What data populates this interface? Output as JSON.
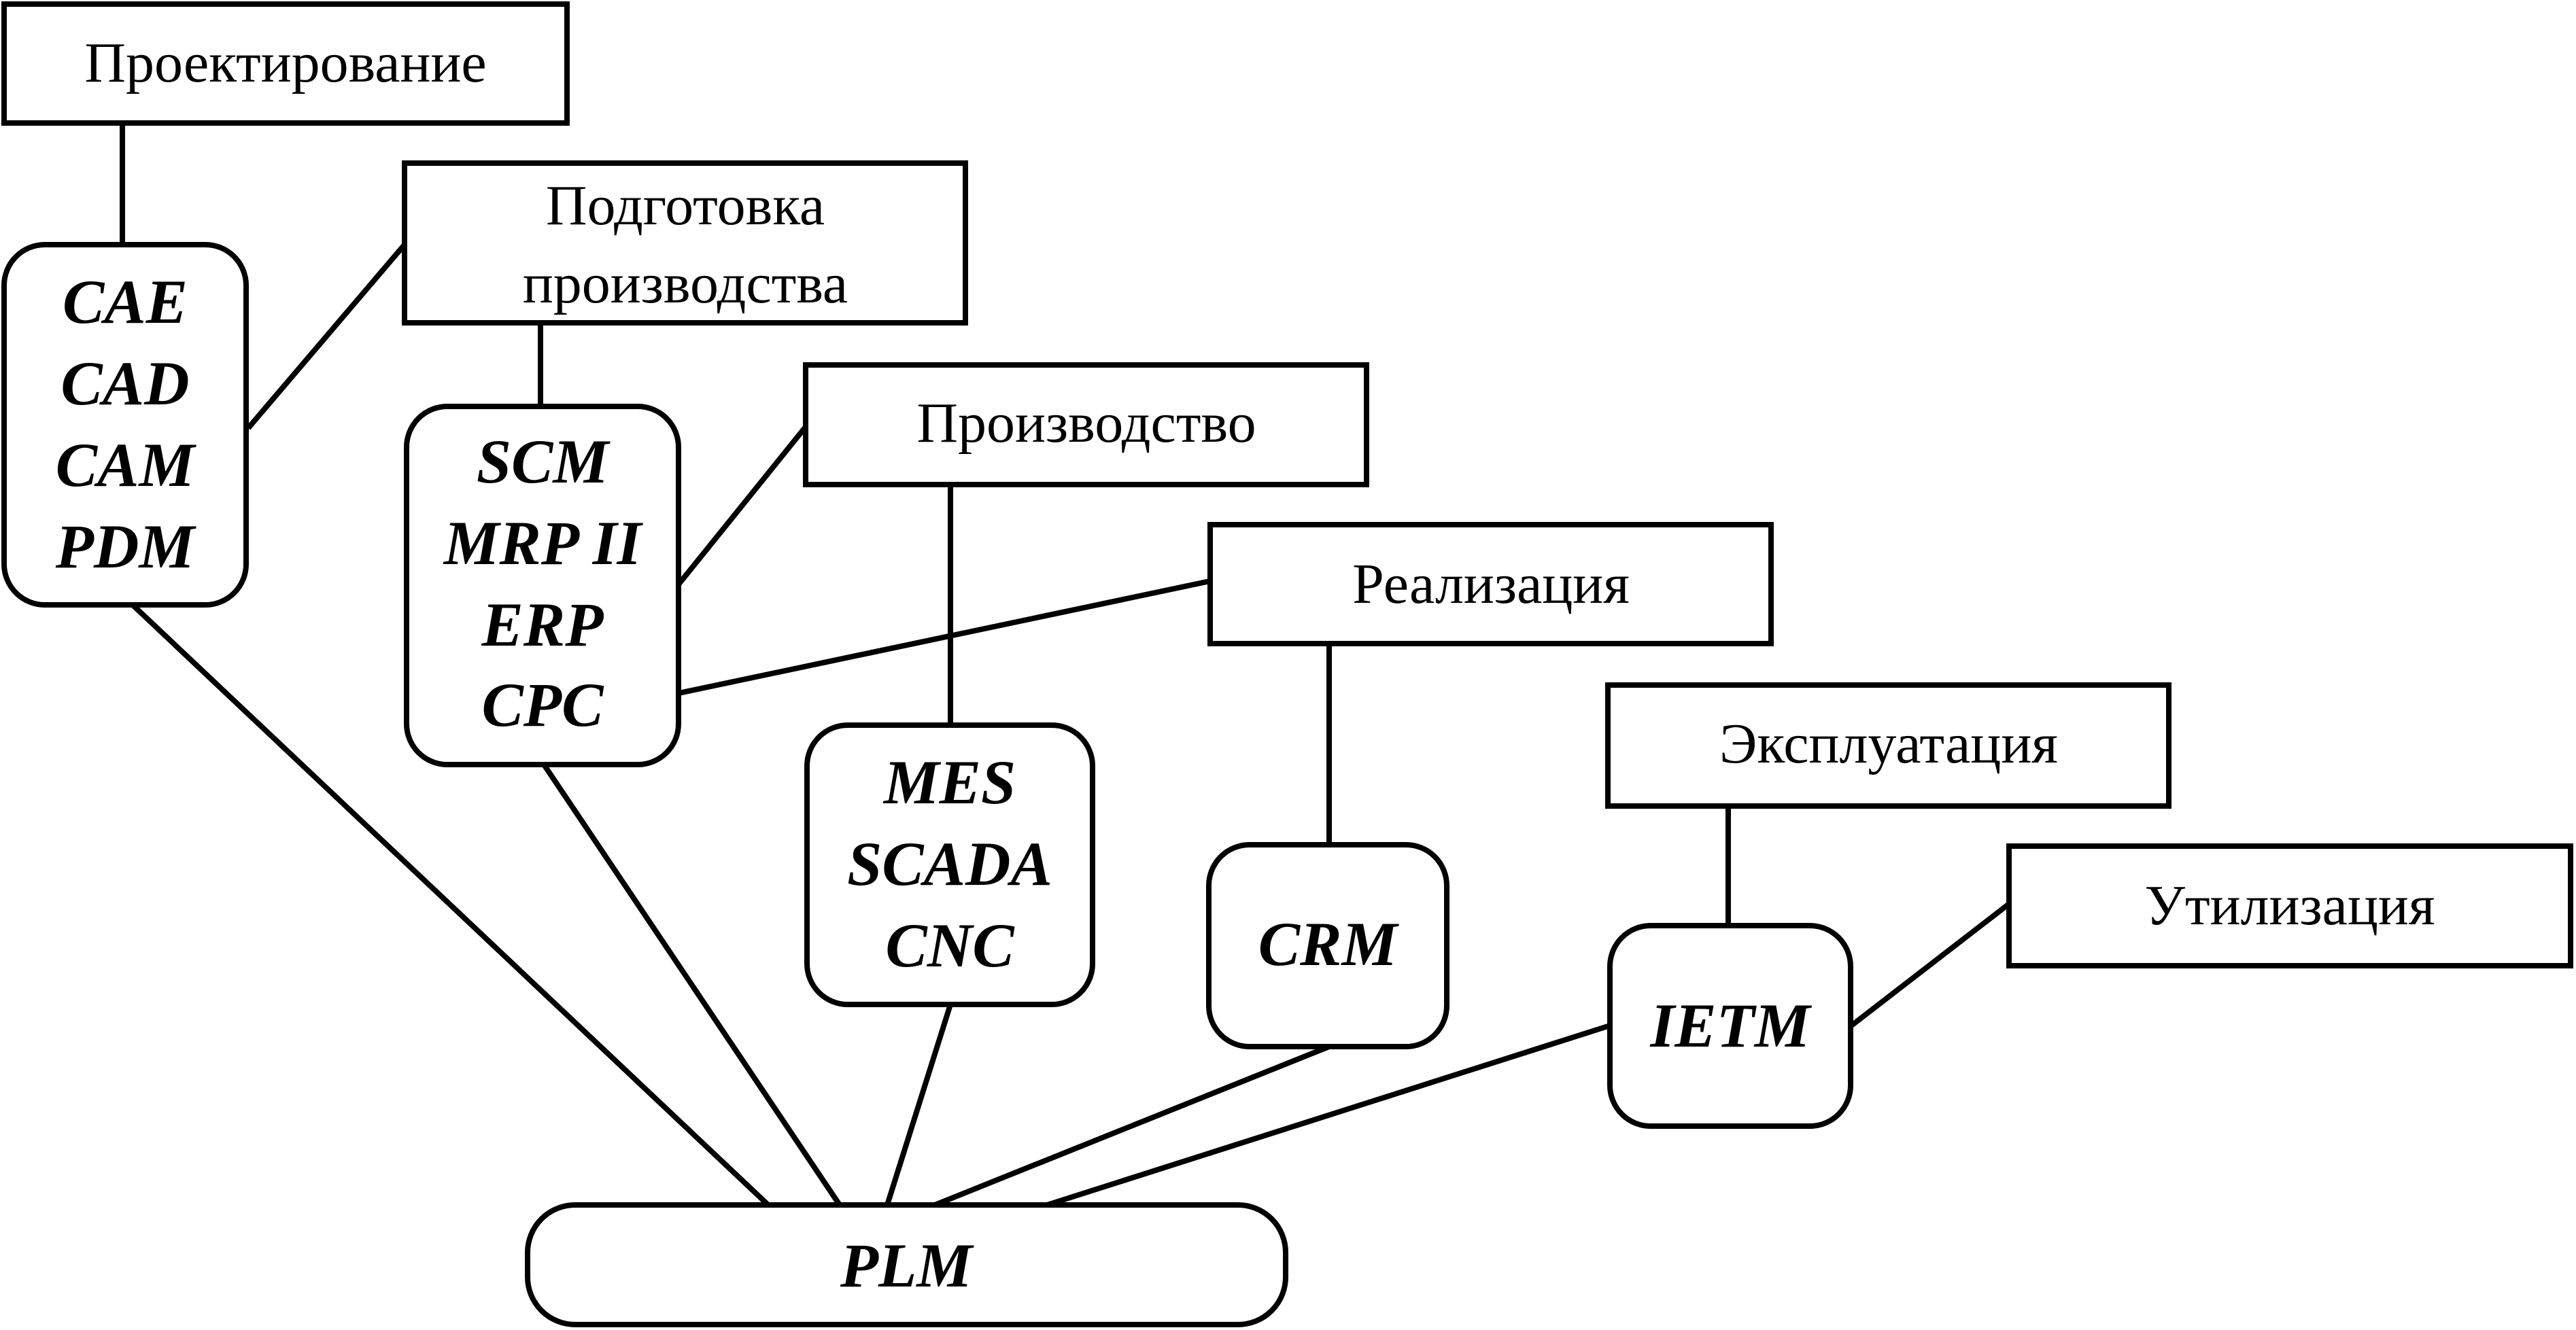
{
  "stages": {
    "design": "Проектирование",
    "preparation_line1": "Подготовка",
    "preparation_line2": "производства",
    "production": "Производство",
    "realization": "Реализация",
    "operation": "Эксплуатация",
    "disposal": "Утилизация"
  },
  "systems": {
    "design_group": [
      "CAE",
      "CAD",
      "CAM",
      "PDM"
    ],
    "preparation_group": [
      "SCM",
      "MRP II",
      "ERP",
      "CPC"
    ],
    "production_group": [
      "MES",
      "SCADA",
      "CNC"
    ],
    "realization_group": [
      "CRM"
    ],
    "operation_group": [
      "IETM"
    ],
    "core": "PLM"
  }
}
